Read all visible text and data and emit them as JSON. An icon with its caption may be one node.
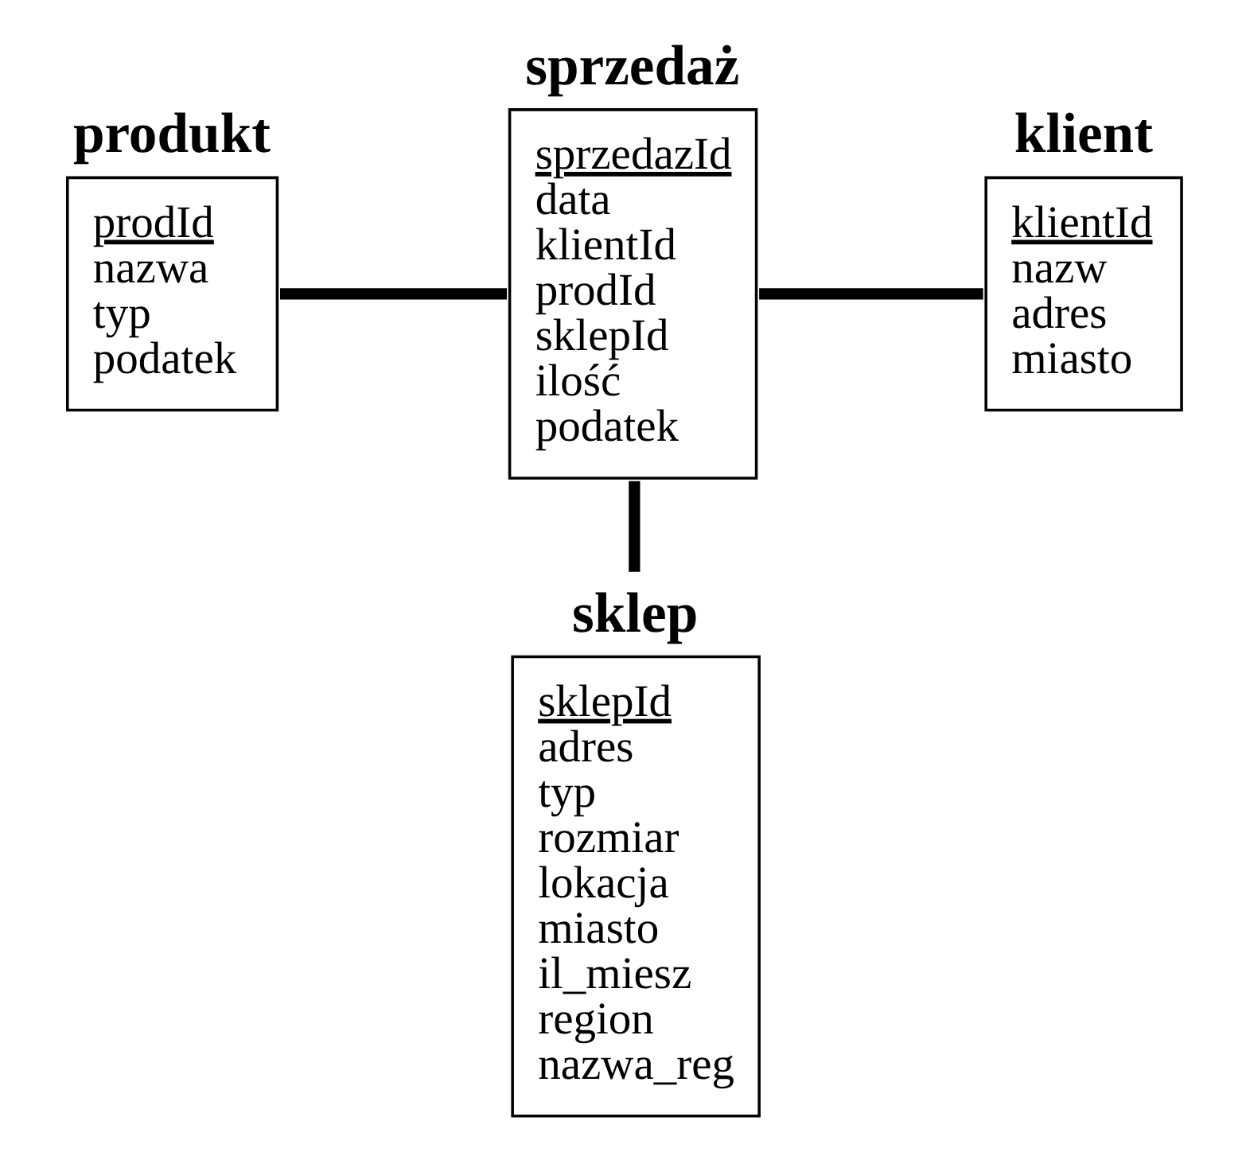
{
  "diagram": {
    "nodes": [
      {
        "text": [
          "produkt",
          "prodId",
          "nazwa",
          "typ",
          "podatek"
        ]
      },
      {
        "text": [
          "sprzedaż",
          "sprzedazId",
          "data",
          "klientId",
          "prodId",
          "sklepId",
          "ilość",
          "podatek"
        ]
      },
      {
        "text": [
          "klient",
          "klientId",
          "nazw",
          "adres",
          "miasto"
        ]
      },
      {
        "text": [
          "sklep",
          "sklepId",
          "adres",
          "typ",
          "rozmiar",
          "lokacja",
          "miasto",
          "il_miesz",
          "region",
          "nazwa_reg"
        ]
      }
    ],
    "edges": [
      {
        "from": 0,
        "to": 1,
        "arrow": "none"
      },
      {
        "from": 1,
        "to": 2,
        "arrow": "none"
      },
      {
        "from": 1,
        "to": 3,
        "arrow": "none"
      }
    ]
  }
}
